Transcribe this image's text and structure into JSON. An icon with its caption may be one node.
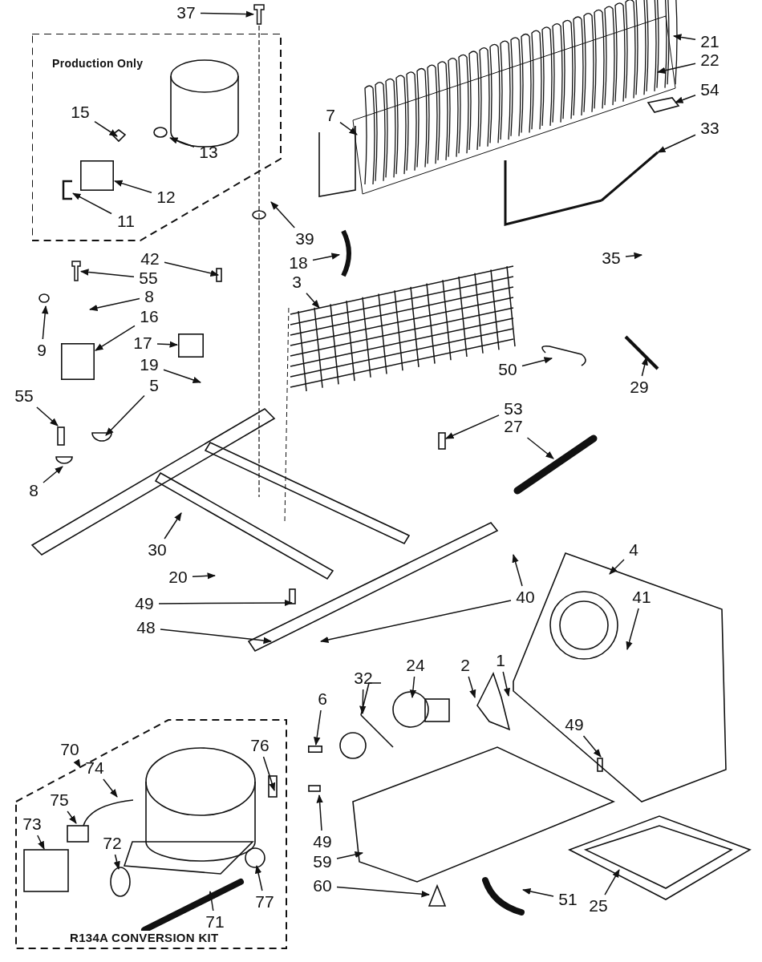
{
  "diagram": {
    "nodes": [
      {
        "text": [
          "Production Only"
        ]
      },
      {
        "text": [
          "R134A CONVERSION KIT"
        ]
      },
      {
        "text": [
          "37"
        ]
      },
      {
        "text": [
          "21"
        ]
      },
      {
        "text": [
          "22"
        ]
      },
      {
        "text": [
          "7"
        ]
      },
      {
        "text": [
          "54"
        ]
      },
      {
        "text": [
          "33"
        ]
      },
      {
        "text": [
          "15"
        ],
        "in": 0
      },
      {
        "text": [
          "13"
        ],
        "in": 0
      },
      {
        "text": [
          "12"
        ],
        "in": 0
      },
      {
        "text": [
          "11"
        ],
        "in": 0
      },
      {
        "text": [
          "39"
        ]
      },
      {
        "text": [
          "18"
        ]
      },
      {
        "text": [
          "35"
        ]
      },
      {
        "text": [
          "42"
        ]
      },
      {
        "text": [
          "55"
        ]
      },
      {
        "text": [
          "3"
        ]
      },
      {
        "text": [
          "8"
        ]
      },
      {
        "text": [
          "9"
        ]
      },
      {
        "text": [
          "16"
        ]
      },
      {
        "text": [
          "17"
        ]
      },
      {
        "text": [
          "19"
        ]
      },
      {
        "text": [
          "29"
        ]
      },
      {
        "text": [
          "5"
        ]
      },
      {
        "text": [
          "50"
        ]
      },
      {
        "text": [
          "53"
        ]
      },
      {
        "text": [
          "27"
        ]
      },
      {
        "text": [
          "55"
        ]
      },
      {
        "text": [
          "8"
        ]
      },
      {
        "text": [
          "30"
        ]
      },
      {
        "text": [
          "20"
        ]
      },
      {
        "text": [
          "49"
        ]
      },
      {
        "text": [
          "40"
        ]
      },
      {
        "text": [
          "48"
        ]
      },
      {
        "text": [
          "4"
        ]
      },
      {
        "text": [
          "41"
        ]
      },
      {
        "text": [
          "1"
        ]
      },
      {
        "text": [
          "2"
        ]
      },
      {
        "text": [
          "24"
        ]
      },
      {
        "text": [
          "32"
        ]
      },
      {
        "text": [
          "6"
        ]
      },
      {
        "text": [
          "49"
        ]
      },
      {
        "text": [
          "49"
        ]
      },
      {
        "text": [
          "59"
        ]
      },
      {
        "text": [
          "60"
        ]
      },
      {
        "text": [
          "51"
        ]
      },
      {
        "text": [
          "25"
        ]
      },
      {
        "text": [
          "70"
        ]
      },
      {
        "text": [
          "76"
        ],
        "in": 1
      },
      {
        "text": [
          "74"
        ],
        "in": 1
      },
      {
        "text": [
          "75"
        ],
        "in": 1
      },
      {
        "text": [
          "73"
        ],
        "in": 1
      },
      {
        "text": [
          "72"
        ],
        "in": 1
      },
      {
        "text": [
          "71"
        ],
        "in": 1
      },
      {
        "text": [
          "77"
        ],
        "in": 1
      },
      {
        "text": [],
        "shape": "picture"
      },
      {
        "text": [],
        "shape": "picture",
        "in": 0
      },
      {
        "text": [],
        "shape": "picture"
      },
      {
        "text": [],
        "shape": "picture"
      },
      {
        "text": [],
        "shape": "box"
      },
      {
        "text": [],
        "shape": "box"
      },
      {
        "text": [],
        "shape": "box"
      },
      {
        "text": [],
        "shape": "box",
        "in": 0
      }
    ],
    "edges": [
      {
        "from": 2,
        "to": 56,
        "arrow": "to"
      },
      {
        "from": 3,
        "to": null,
        "arrow": "to"
      },
      {
        "from": 4,
        "to": null,
        "arrow": "to"
      },
      {
        "from": 5,
        "to": null,
        "arrow": "to"
      },
      {
        "from": 6,
        "to": null,
        "arrow": "to"
      },
      {
        "from": 7,
        "to": null,
        "arrow": "to"
      },
      {
        "from": 8,
        "to": null,
        "arrow": "to"
      },
      {
        "from": 9,
        "to": null,
        "arrow": "to"
      },
      {
        "from": 10,
        "to": 63,
        "arrow": "to"
      },
      {
        "from": 11,
        "to": 57,
        "arrow": "to"
      },
      {
        "from": 12,
        "to": null,
        "arrow": "to"
      },
      {
        "from": 13,
        "to": 58,
        "arrow": "to"
      },
      {
        "from": 14,
        "to": null,
        "arrow": "to"
      },
      {
        "from": 15,
        "to": null,
        "arrow": "to"
      },
      {
        "from": 16,
        "to": 59,
        "arrow": "to"
      },
      {
        "from": 17,
        "to": null,
        "arrow": "to"
      },
      {
        "from": 18,
        "to": null,
        "arrow": "to"
      },
      {
        "from": 19,
        "to": null,
        "arrow": "to"
      },
      {
        "from": 20,
        "to": 60,
        "arrow": "to"
      },
      {
        "from": 21,
        "to": 61,
        "arrow": "to"
      },
      {
        "from": 22,
        "to": null,
        "arrow": "to"
      },
      {
        "from": 23,
        "to": null,
        "arrow": "to"
      },
      {
        "from": 24,
        "to": null,
        "arrow": "to"
      },
      {
        "from": 25,
        "to": null,
        "arrow": "to"
      },
      {
        "from": 26,
        "to": null,
        "arrow": "to"
      },
      {
        "from": 27,
        "to": null,
        "arrow": "to"
      },
      {
        "from": 28,
        "to": null,
        "arrow": "to"
      },
      {
        "from": 29,
        "to": null,
        "arrow": "to"
      },
      {
        "from": 30,
        "to": null,
        "arrow": "to"
      },
      {
        "from": 31,
        "to": null,
        "arrow": "to"
      },
      {
        "from": 32,
        "to": null,
        "arrow": "to"
      },
      {
        "from": 33,
        "to": null,
        "arrow": "to"
      },
      {
        "from": 33,
        "to": null,
        "arrow": "to"
      },
      {
        "from": 34,
        "to": null,
        "arrow": "to"
      },
      {
        "from": 35,
        "to": null,
        "arrow": "to"
      },
      {
        "from": 36,
        "to": null,
        "arrow": "to"
      },
      {
        "from": 37,
        "to": null,
        "arrow": "to"
      },
      {
        "from": 38,
        "to": null,
        "arrow": "to"
      },
      {
        "from": 39,
        "to": null,
        "arrow": "to"
      },
      {
        "from": 40,
        "to": null,
        "arrow": "to"
      },
      {
        "from": 41,
        "to": 62,
        "arrow": "to"
      },
      {
        "from": 42,
        "to": null,
        "arrow": "to"
      },
      {
        "from": 43,
        "to": null,
        "arrow": "to"
      },
      {
        "from": 44,
        "to": null,
        "arrow": "to"
      },
      {
        "from": 45,
        "to": null,
        "arrow": "to"
      },
      {
        "from": 46,
        "to": null,
        "arrow": "to"
      },
      {
        "from": 47,
        "to": null,
        "arrow": "to"
      },
      {
        "from": 48,
        "to": 1,
        "arrow": "to"
      },
      {
        "from": 49,
        "to": null,
        "arrow": "to"
      },
      {
        "from": 50,
        "to": null,
        "arrow": "to"
      },
      {
        "from": 51,
        "to": null,
        "arrow": "to"
      },
      {
        "from": 52,
        "to": null,
        "arrow": "to"
      },
      {
        "from": 53,
        "to": null,
        "arrow": "to"
      },
      {
        "from": 54,
        "to": null,
        "arrow": "to"
      },
      {
        "from": 55,
        "to": null,
        "arrow": "to"
      }
    ]
  }
}
